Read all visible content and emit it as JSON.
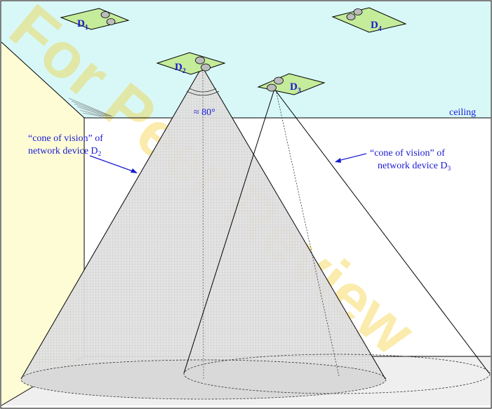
{
  "devices": [
    {
      "letter": "D",
      "sub": "1"
    },
    {
      "letter": "D",
      "sub": "2"
    },
    {
      "letter": "D",
      "sub": "3"
    },
    {
      "letter": "D",
      "sub": "4"
    }
  ],
  "angle_label": "≈ 80°",
  "ceiling_label": "ceiling",
  "cone_d2_label": {
    "line1": "“cone of vision” of",
    "line2": "network device D",
    "sub": "2"
  },
  "cone_d3_label": {
    "line1": "“cone of vision” of",
    "line2": "network device D",
    "sub": "3"
  },
  "watermark": "For Peer Review",
  "colors": {
    "ceiling": "#d8f8f8",
    "left_wall": "#fdfcd5",
    "device_fill": "#c4ec9a",
    "cone_shade": "#d4d4d4",
    "floor": "#ececec",
    "label_blue": "#1a1ad4",
    "watermark": "#f5c400"
  }
}
